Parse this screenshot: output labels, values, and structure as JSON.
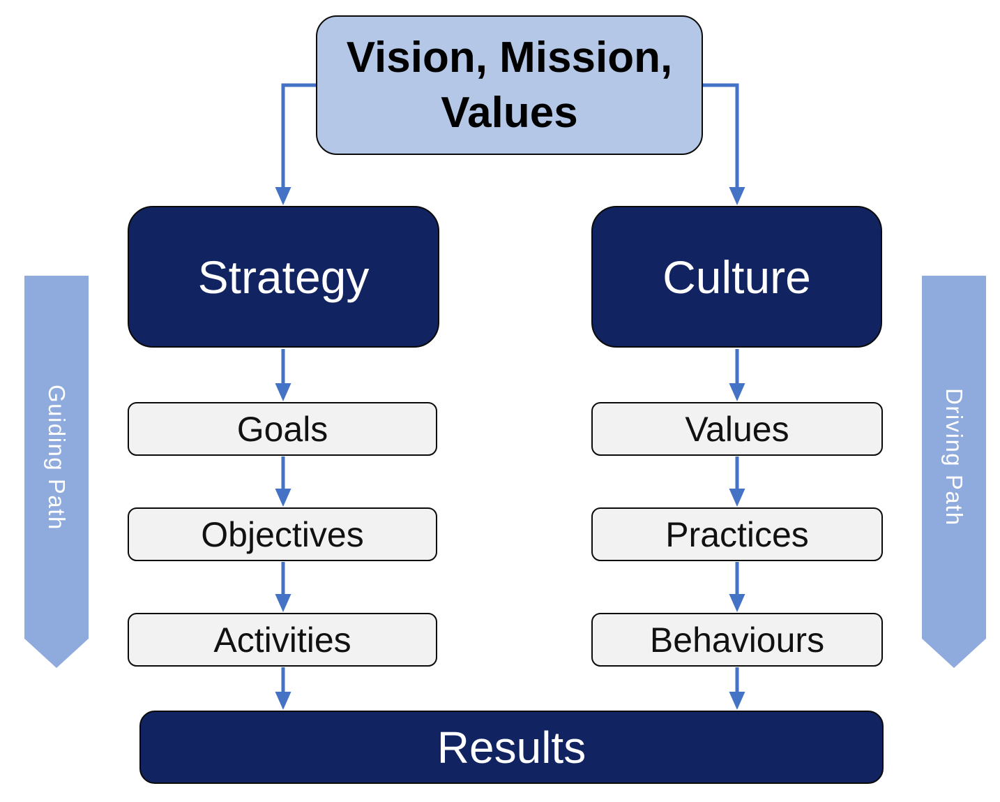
{
  "diagram": {
    "top_box": {
      "label": "Vision, Mission, Values"
    },
    "strategy_column": {
      "header": "Strategy",
      "steps": [
        "Goals",
        "Objectives",
        "Activities"
      ]
    },
    "culture_column": {
      "header": "Culture",
      "steps": [
        "Values",
        "Practices",
        "Behaviours"
      ]
    },
    "results_box": {
      "label": "Results"
    },
    "guiding_ribbon": {
      "label": "Guiding Path"
    },
    "driving_ribbon": {
      "label": "Driving Path"
    },
    "colors": {
      "top-fill": "#B4C7E7",
      "navy": "#112361",
      "step-fill": "#F2F2F2",
      "connector": "#4472C4",
      "ribbon": "#8FAADC",
      "box-border": "#0a0a0a"
    }
  }
}
